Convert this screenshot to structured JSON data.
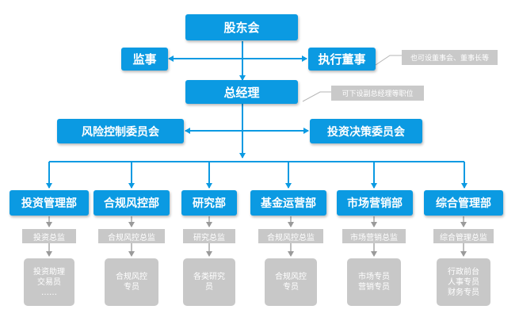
{
  "top": {
    "shareholders": "股东会",
    "supervisor": "监事",
    "exec_director": "执行董事",
    "general_manager": "总经理"
  },
  "notes": {
    "exec_director": "也可设董事会、董事长等",
    "general_manager": "可下设副总经理等职位"
  },
  "committees": {
    "risk": "风险控制委员会",
    "investment": "投资决策委员会"
  },
  "departments": [
    {
      "name": "投资管理部",
      "lead": "投资总监",
      "staff": "投资助理\n交易员\n……"
    },
    {
      "name": "合规风控部",
      "lead": "合规风控总监",
      "staff": "合规风控\n专员"
    },
    {
      "name": "研究部",
      "lead": "研究总监",
      "staff": "各类研究\n员"
    },
    {
      "name": "基金运营部",
      "lead": "合规风控总监",
      "staff": "合规风控\n专员"
    },
    {
      "name": "市场营销部",
      "lead": "市场营销总监",
      "staff": "市场专员\n营销专员"
    },
    {
      "name": "综合管理部",
      "lead": "综合管理总监",
      "staff": "行政前台\n人事专员\n财务专员"
    }
  ],
  "colors": {
    "primary": "#0b9ae2",
    "gray_box": "#c8c8c8",
    "arrow_gray": "#9a9a9a",
    "text_light": "#ffffff"
  }
}
